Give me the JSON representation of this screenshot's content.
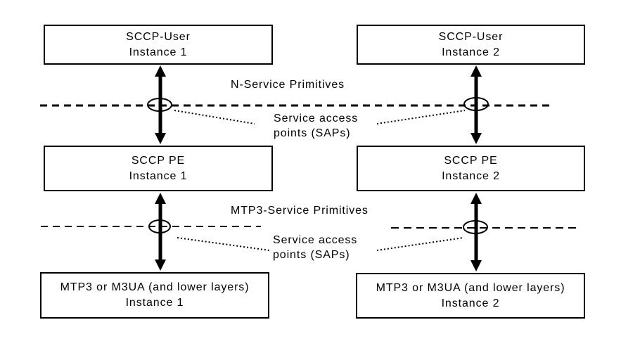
{
  "boxes": [
    {
      "title": "SCCP-User",
      "instance": "Instance 1"
    },
    {
      "title": "SCCP-User",
      "instance": "Instance 2"
    },
    {
      "title": "SCCP PE",
      "instance": "Instance 1"
    },
    {
      "title": "SCCP PE",
      "instance": "Instance 2"
    },
    {
      "title": "MTP3 or M3UA (and lower layers)",
      "instance": "Instance 1"
    },
    {
      "title": "MTP3 or M3UA (and lower layers)",
      "instance": "Instance 2"
    }
  ],
  "labels": {
    "n_service_primitives": "N-Service Primitives",
    "mtp3_service_primitives": "MTP3-Service Primitives",
    "sap_top": {
      "line1": "Service access",
      "line2": "points (SAPs)"
    },
    "sap_bottom": {
      "line1": "Service access",
      "line2": "points (SAPs)"
    }
  },
  "colors": {
    "ink": "#000000",
    "background": "#ffffff"
  }
}
